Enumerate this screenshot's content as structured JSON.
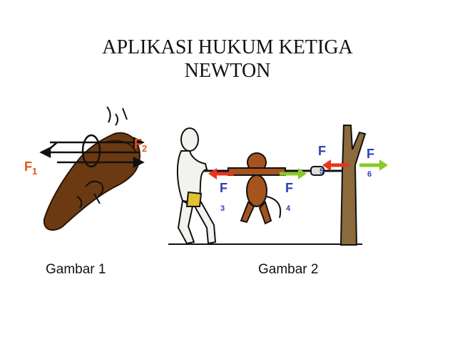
{
  "title": {
    "line1": "APLIKASI HUKUM KETIGA",
    "line2": "NEWTON"
  },
  "figure1": {
    "caption": "Gambar 1",
    "labels": {
      "f1_main": "F",
      "f1_sub": "1",
      "f2_main": "F",
      "f2_sub": "2"
    }
  },
  "figure2": {
    "caption": "Gambar 2",
    "labels": {
      "f3_main": "F",
      "f3_sub": "3",
      "f4_main": "F",
      "f4_sub": "4",
      "f5_main": "F",
      "f5_sub": "5",
      "f6_main": "F",
      "f6_sub": "6"
    }
  },
  "colors": {
    "orange_label": "#e8541a",
    "blue_label": "#2d3fb3",
    "red_arrow": "#e8341a",
    "green_arrow": "#8ac926",
    "club_brown": "#6b3a12",
    "monkey_brown": "#a5541e",
    "tree_brown": "#8b6a3c"
  }
}
